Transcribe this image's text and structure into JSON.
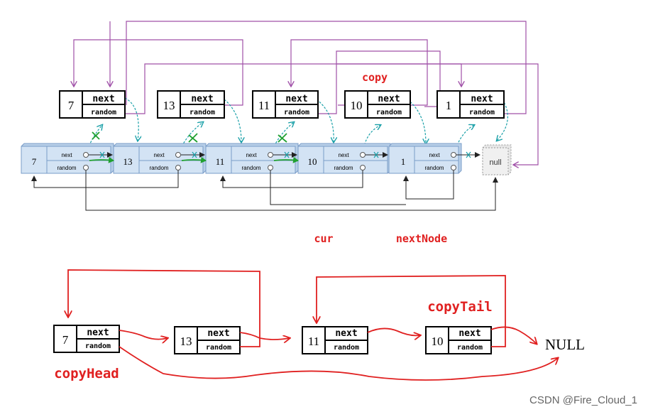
{
  "labels": {
    "next": "next",
    "random": "random",
    "null_small": "null",
    "null_big": "NULL",
    "copy": "copy",
    "cur": "cur",
    "next_node": "nextNode",
    "copy_head": "copyHead",
    "copy_tail": "copyTail",
    "watermark": "CSDN @Fire_Cloud_1"
  },
  "original_nodes": [
    "7",
    "13",
    "11",
    "10",
    "1"
  ],
  "copy_nodes": [
    "7",
    "13",
    "11",
    "10",
    "1"
  ],
  "result_nodes": [
    "7",
    "13",
    "11",
    "10"
  ],
  "colors": {
    "purple": "#a050a8",
    "teal": "#1aa0a8",
    "green": "#20a030",
    "red": "#e02020",
    "blue_node": "#cfe0f2",
    "node_border": "#7a9cc8"
  }
}
